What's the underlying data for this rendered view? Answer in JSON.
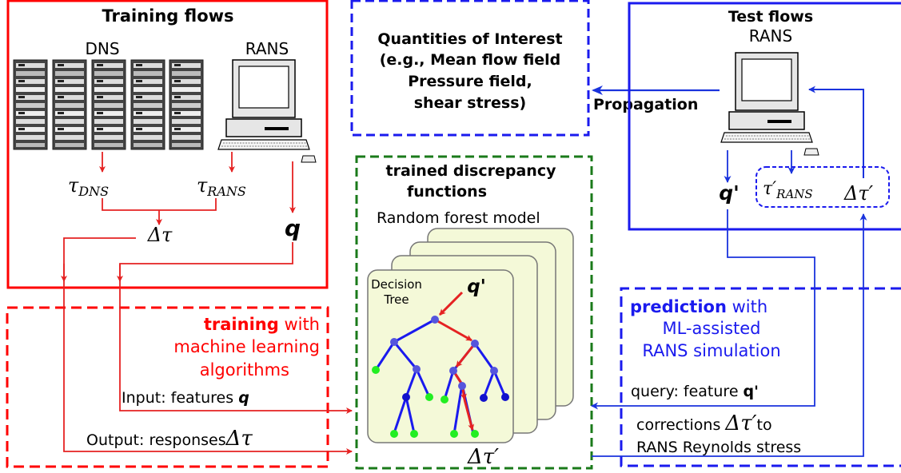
{
  "training_flows": {
    "title": "Training flows",
    "dns_label": "DNS",
    "rans_label": "RANS",
    "tau_dns": "τ",
    "tau_dns_sub": "DNS",
    "tau_rans": "τ",
    "tau_rans_sub": "RANS",
    "delta_tau": "Δτ",
    "q": "q"
  },
  "qoi": {
    "line1": "Quantities of Interest",
    "line2": "(e.g., Mean flow field",
    "line3": "Pressure field,",
    "line4": "shear stress)"
  },
  "propagation": "Propagation",
  "test_flows": {
    "title": "Test flows",
    "rans_label": "RANS",
    "q_prime": "q'",
    "tau_rans_prime": "τ′",
    "tau_rans_prime_sub": "RANS",
    "delta_tau_prime": "Δτ′"
  },
  "discrepancy": {
    "title_line1": "trained discrepancy",
    "title_line2": "functions",
    "model_label": "Random forest model",
    "tree_label_line1": "Decision",
    "tree_label_line2": "Tree",
    "q_prime": "q'",
    "delta_tau_prime": "Δτ′"
  },
  "training_box": {
    "bold_word": "training",
    "rest_word": " with",
    "line2": "machine learning",
    "line3": "algorithms",
    "input_label": "Input: features ",
    "input_q": "q",
    "output_label": "Output: responses",
    "output_delta": "Δτ"
  },
  "prediction_box": {
    "bold_word": "prediction",
    "rest_word": " with",
    "line2": "ML-assisted",
    "line3": "RANS simulation",
    "query_label": "query: feature ",
    "query_q": "q'",
    "corrections_label": "corrections ",
    "corrections_delta": "Δτ′",
    "corrections_to": "to",
    "line_last": "RANS Reynolds stress"
  },
  "colors": {
    "red": "#ff0000",
    "red_line": "#e52222",
    "blue": "#0000ee",
    "blue_line": "#1a33dd",
    "green": "#1a7a1a",
    "tree_fill": "#f4f9d8",
    "branch": "#1a1aee",
    "leaf": "#22ee22",
    "node": "#5555dd"
  }
}
